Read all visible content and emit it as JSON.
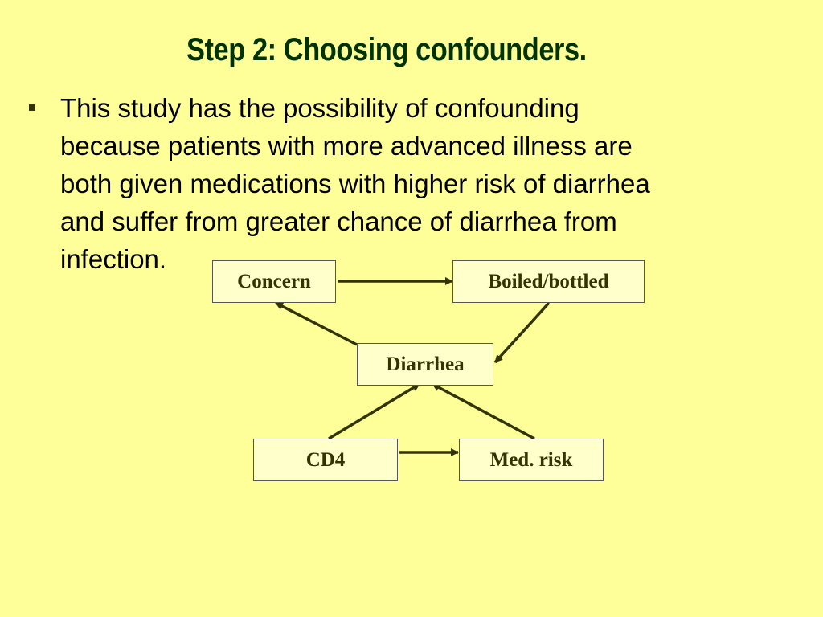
{
  "slide": {
    "title": "Step 2: Choosing confounders.",
    "bullet_lines": [
      "This study has the possibility of confounding",
      "because patients with more advanced illness are",
      "both given medications with higher risk of diarrhea",
      "and suffer from greater chance of diarrhea from",
      "infection."
    ]
  },
  "diagram": {
    "nodes": {
      "concern": "Concern",
      "boiled": "Boiled/bottled",
      "diarrhea": "Diarrhea",
      "cd4": "CD4",
      "medrisk": "Med. risk"
    },
    "edges": [
      {
        "from": "concern",
        "to": "boiled"
      },
      {
        "from": "boiled",
        "to": "diarrhea"
      },
      {
        "from": "diarrhea",
        "to": "concern"
      },
      {
        "from": "cd4",
        "to": "diarrhea"
      },
      {
        "from": "medrisk",
        "to": "diarrhea"
      },
      {
        "from": "cd4",
        "to": "medrisk"
      }
    ]
  },
  "colors": {
    "background": "#ffff99",
    "title": "#003300",
    "bullet": "#333300",
    "node_fill": "#ffffcc",
    "node_border": "#555555",
    "node_text": "#333300",
    "arrow": "#333300"
  }
}
